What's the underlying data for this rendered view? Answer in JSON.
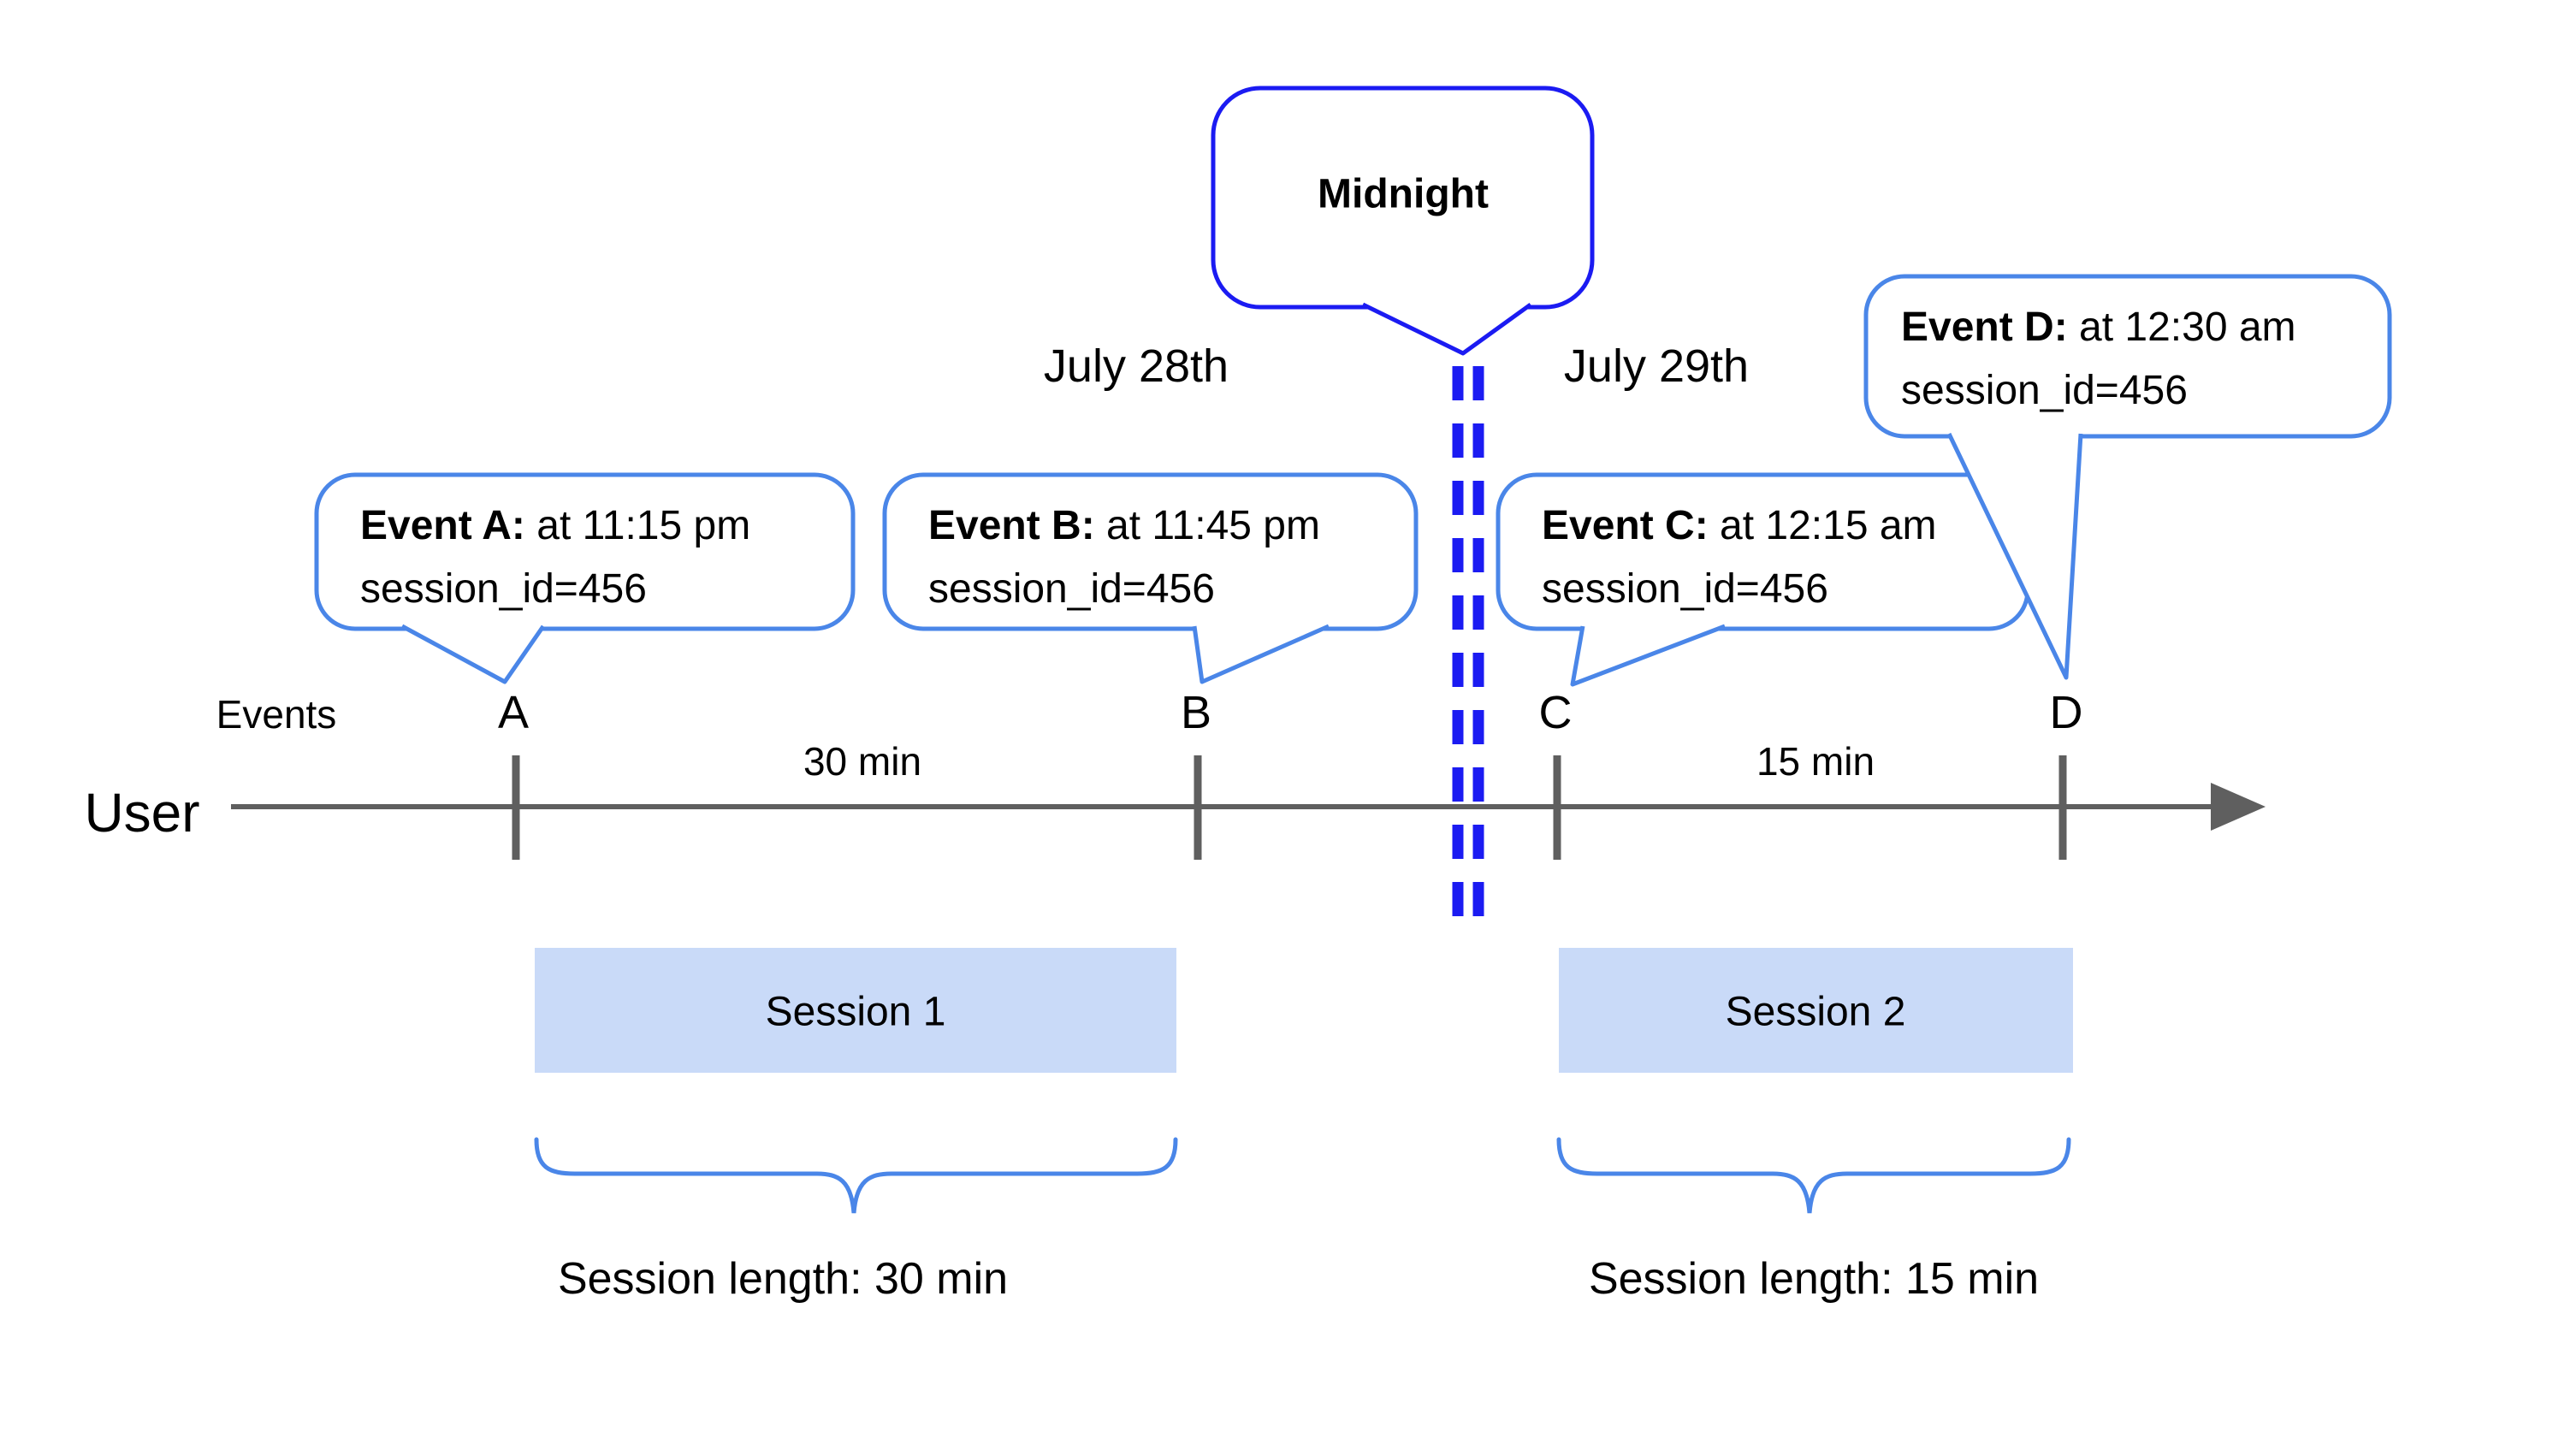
{
  "colors": {
    "event_bubble_border": "#4a86e8",
    "midnight_blue": "#1b1bf2",
    "timeline_gray": "#5f5f5f",
    "session_fill": "#c9daf8",
    "text": "#000000"
  },
  "midnight": {
    "label": "Midnight"
  },
  "dates": {
    "before": "July 28th",
    "after": "July 29th"
  },
  "axis": {
    "events_label": "Events",
    "user_label": "User"
  },
  "events": [
    {
      "id": "A",
      "tick": "A",
      "title": "Event A:",
      "time": " at 11:15 pm",
      "session": "session_id=456"
    },
    {
      "id": "B",
      "tick": "B",
      "title": "Event B:",
      "time": " at 11:45 pm",
      "session": "session_id=456"
    },
    {
      "id": "C",
      "tick": "C",
      "title": "Event C:",
      "time": " at 12:15 am",
      "session": "session_id=456"
    },
    {
      "id": "D",
      "tick": "D",
      "title": "Event D:",
      "time": " at 12:30 am",
      "session": "session_id=456"
    }
  ],
  "gaps": [
    {
      "label": "30 min"
    },
    {
      "label": "15 min"
    }
  ],
  "sessions": [
    {
      "name": "Session 1",
      "length": "Session length: 30 min"
    },
    {
      "name": "Session 2",
      "length": "Session length: 15 min"
    }
  ]
}
